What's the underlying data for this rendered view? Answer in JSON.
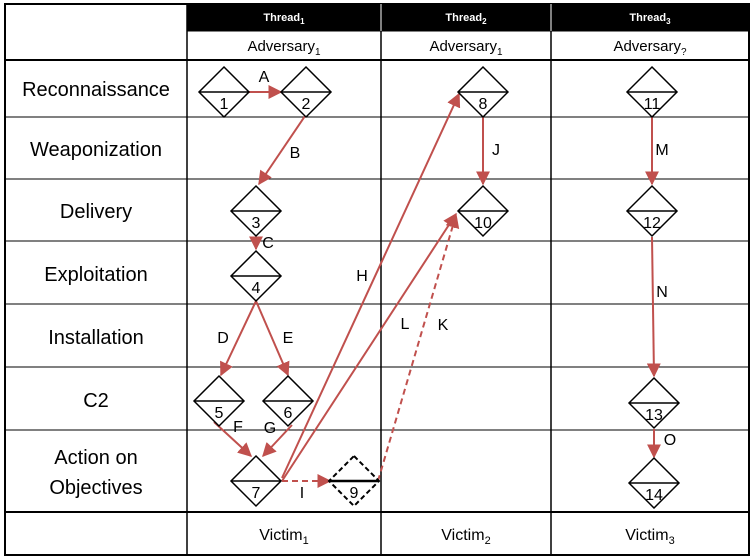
{
  "threads": [
    {
      "name": "Thread",
      "sub": "1",
      "adversary": "Adversary",
      "adv_sub": "1",
      "victim": "Victim",
      "victim_sub": "1"
    },
    {
      "name": "Thread",
      "sub": "2",
      "adversary": "Adversary",
      "adv_sub": "1",
      "victim": "Victim",
      "victim_sub": "2"
    },
    {
      "name": "Thread",
      "sub": "3",
      "adversary": "Adversary",
      "adv_sub": "?",
      "victim": "Victim",
      "victim_sub": "3"
    }
  ],
  "phases": [
    {
      "label": "Reconnaissance"
    },
    {
      "label": "Weaponization"
    },
    {
      "label": "Delivery"
    },
    {
      "label": "Exploitation"
    },
    {
      "label": "Installation"
    },
    {
      "label": "C2"
    },
    {
      "label_line1": "Action on",
      "label_line2": "Objectives"
    }
  ],
  "nodes": [
    {
      "id": "1"
    },
    {
      "id": "2"
    },
    {
      "id": "3"
    },
    {
      "id": "4"
    },
    {
      "id": "5"
    },
    {
      "id": "6"
    },
    {
      "id": "7"
    },
    {
      "id": "8"
    },
    {
      "id": "9"
    },
    {
      "id": "10"
    },
    {
      "id": "11"
    },
    {
      "id": "12"
    },
    {
      "id": "13"
    },
    {
      "id": "14"
    }
  ],
  "edges": [
    {
      "label": "A",
      "from": "1",
      "to": "2",
      "style": "solid"
    },
    {
      "label": "B",
      "from": "2",
      "to": "3",
      "style": "solid"
    },
    {
      "label": "C",
      "from": "3",
      "to": "4",
      "style": "solid"
    },
    {
      "label": "D",
      "from": "4",
      "to": "5",
      "style": "solid"
    },
    {
      "label": "E",
      "from": "4",
      "to": "6",
      "style": "solid"
    },
    {
      "label": "F",
      "from": "5",
      "to": "7",
      "style": "solid"
    },
    {
      "label": "G",
      "from": "6",
      "to": "7",
      "style": "solid"
    },
    {
      "label": "H",
      "from": "7",
      "to": "8",
      "style": "solid"
    },
    {
      "label": "I",
      "from": "7",
      "to": "9",
      "style": "dashed"
    },
    {
      "label": "J",
      "from": "8",
      "to": "10",
      "style": "solid"
    },
    {
      "label": "K",
      "from": "9",
      "to": "10",
      "style": "dashed"
    },
    {
      "label": "L",
      "from": "7",
      "to": "10",
      "style": "solid"
    },
    {
      "label": "M",
      "from": "11",
      "to": "12",
      "style": "solid"
    },
    {
      "label": "N",
      "from": "12",
      "to": "13",
      "style": "solid"
    },
    {
      "label": "O",
      "from": "13",
      "to": "14",
      "style": "solid"
    }
  ],
  "colors": {
    "header_bg": "#000000",
    "header_text": "#ffffff",
    "arrow": "#c0504d",
    "border": "#000000",
    "text": "#000000"
  }
}
